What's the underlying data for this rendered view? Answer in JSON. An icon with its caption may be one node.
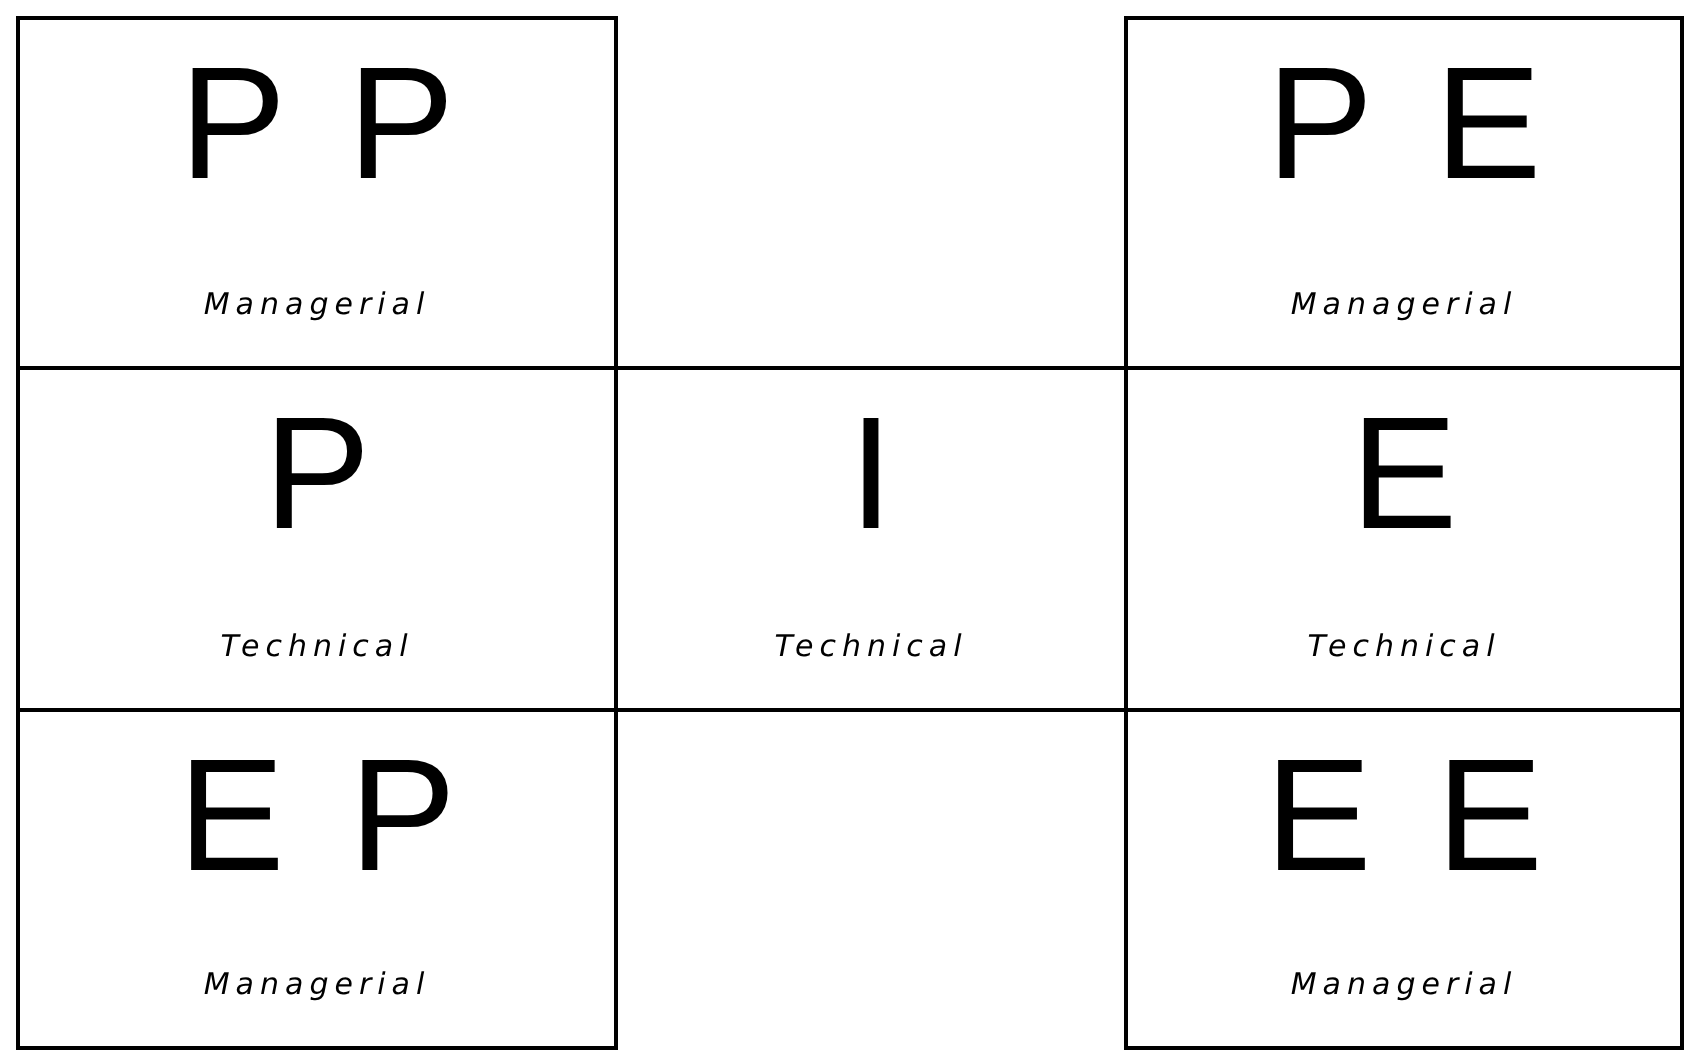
{
  "diagram": {
    "nodes": [
      {
        "text": [
          "P P",
          "Managerial"
        ]
      },
      {
        "text": [
          "P E",
          "Managerial"
        ]
      },
      {
        "text": [
          "P",
          "Technical"
        ]
      },
      {
        "text": [
          "I",
          "Technical"
        ]
      },
      {
        "text": [
          "E",
          "Technical"
        ]
      },
      {
        "text": [
          "E P",
          "Managerial"
        ]
      },
      {
        "text": [
          "E E",
          "Managerial"
        ]
      }
    ]
  }
}
